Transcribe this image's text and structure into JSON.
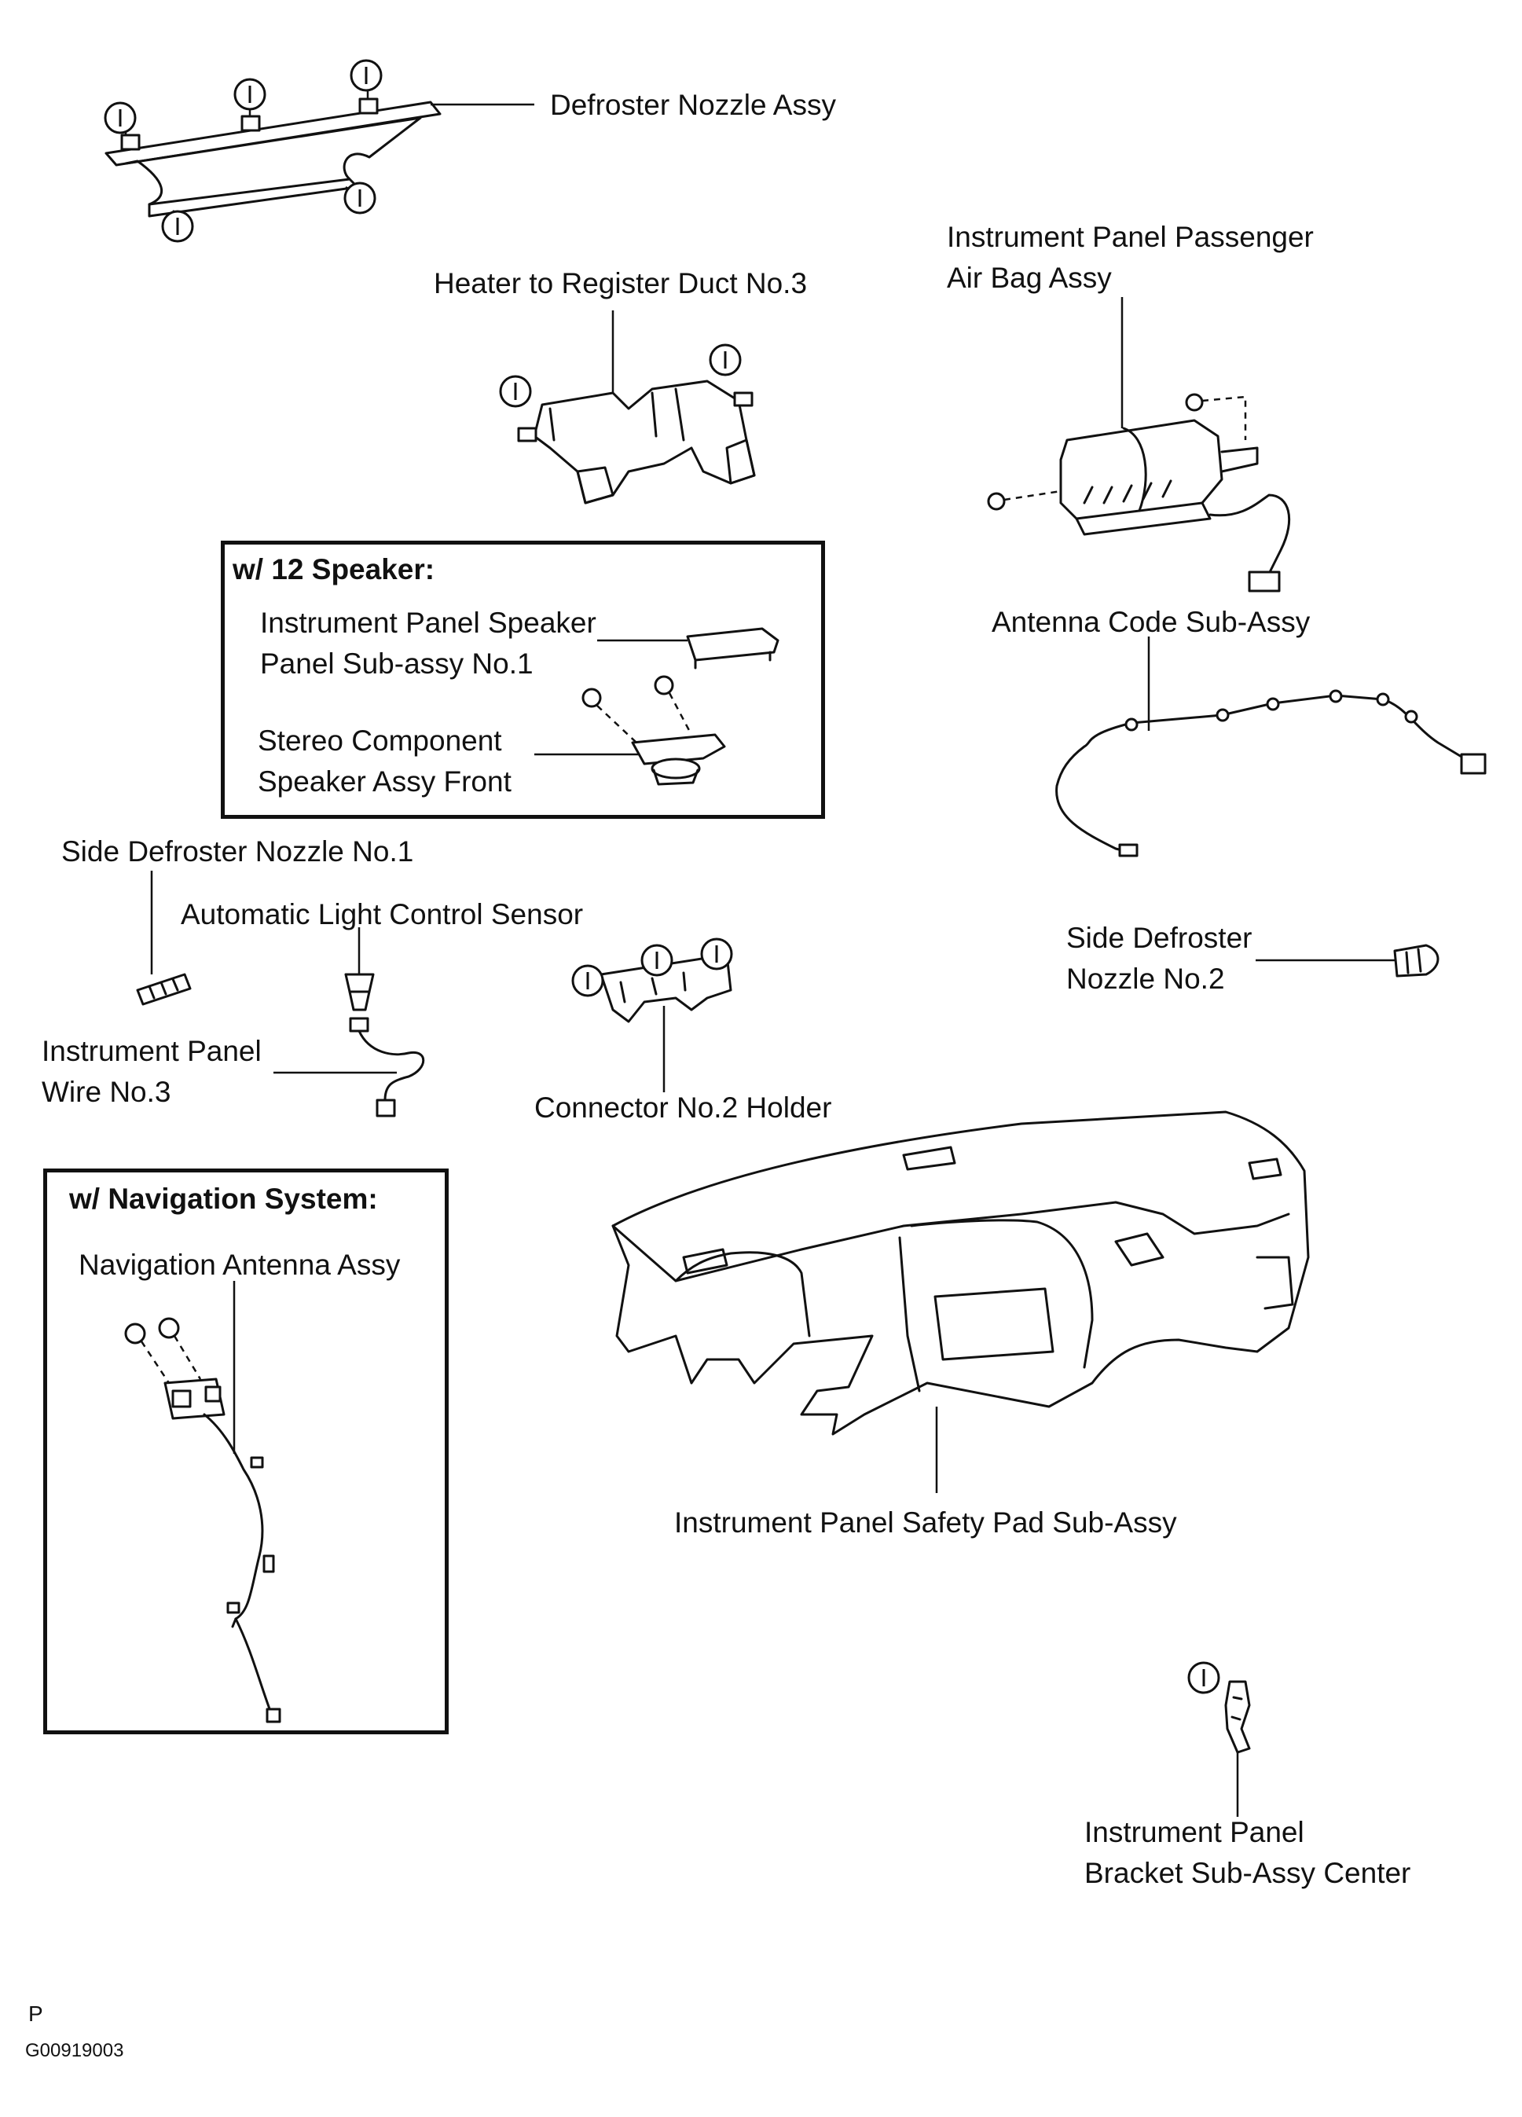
{
  "labels": {
    "defroster_nozzle": "Defroster Nozzle Assy",
    "heater_duct": "Heater to Register Duct No.3",
    "airbag_line1": "Instrument Panel Passenger",
    "airbag_line2": "Air Bag Assy",
    "antenna_code": "Antenna Code Sub-Assy",
    "side_defroster_1": "Side Defroster Nozzle No.1",
    "auto_light_sensor": "Automatic Light Control Sensor",
    "side_defroster_2_line1": "Side Defroster",
    "side_defroster_2_line2": "Nozzle No.2",
    "panel_wire_line1": "Instrument Panel",
    "panel_wire_line2": "Wire No.3",
    "connector_holder": "Connector No.2 Holder",
    "safety_pad": "Instrument Panel Safety Pad Sub-Assy",
    "bracket_line1": "Instrument Panel",
    "bracket_line2": "Bracket Sub-Assy Center"
  },
  "speaker_box": {
    "title": "w/ 12 Speaker:",
    "speaker_panel_line1": "Instrument Panel Speaker",
    "speaker_panel_line2": "Panel Sub-assy No.1",
    "stereo_line1": "Stereo Component",
    "stereo_line2": "Speaker Assy Front"
  },
  "nav_box": {
    "title": "w/ Navigation System:",
    "nav_antenna": "Navigation Antenna Assy"
  },
  "footer": {
    "mark": "P",
    "code": "G00919003"
  }
}
